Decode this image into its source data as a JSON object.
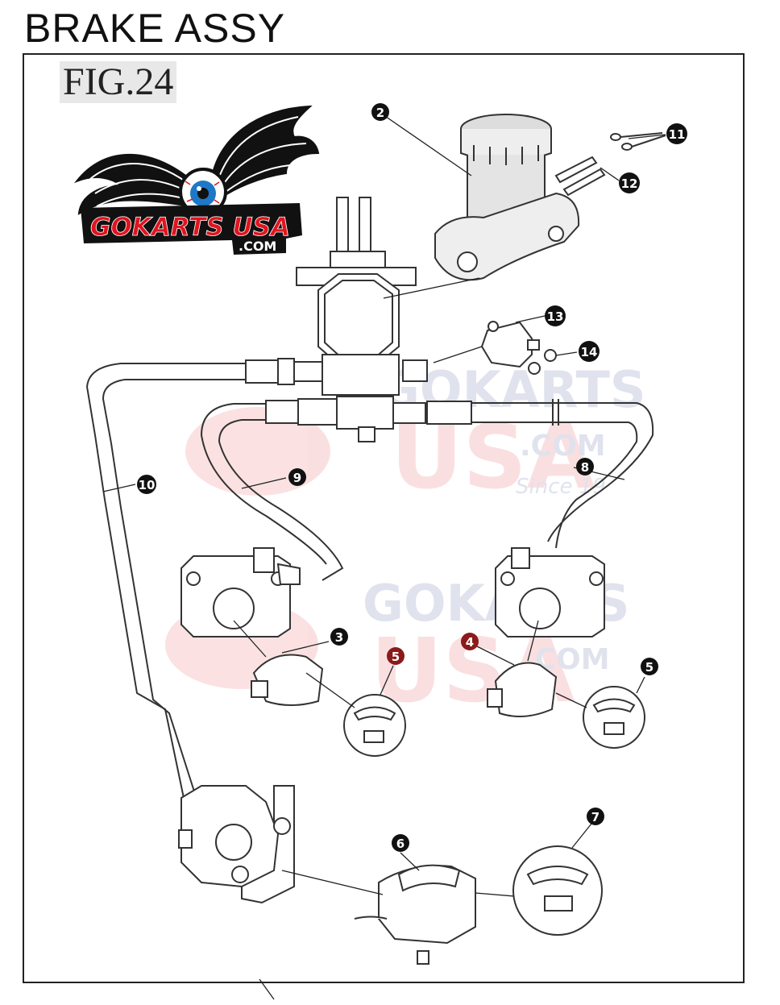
{
  "page": {
    "title": "BRAKE ASSY",
    "figure": "FIG.24"
  },
  "logo": {
    "brand": "GOKARTS USA",
    "suffix": ".COM",
    "colors": {
      "red": "#e0141e",
      "black": "#111111",
      "eye": "#1e78c8"
    }
  },
  "watermark": {
    "line1": "GOKARTS",
    "line2": "USA",
    "line3": ".COM",
    "line4": "Since 19"
  },
  "callouts": [
    {
      "id": "c2",
      "label": "2"
    },
    {
      "id": "c11",
      "label": "11"
    },
    {
      "id": "c12",
      "label": "12"
    },
    {
      "id": "c13",
      "label": "13"
    },
    {
      "id": "c14",
      "label": "14"
    },
    {
      "id": "c10",
      "label": "10"
    },
    {
      "id": "c9",
      "label": "9"
    },
    {
      "id": "c8",
      "label": "8"
    },
    {
      "id": "c3",
      "label": "3"
    },
    {
      "id": "c5a",
      "label": "5"
    },
    {
      "id": "c4",
      "label": "4"
    },
    {
      "id": "c5b",
      "label": "5"
    },
    {
      "id": "c7",
      "label": "7"
    },
    {
      "id": "c6",
      "label": "6"
    }
  ]
}
